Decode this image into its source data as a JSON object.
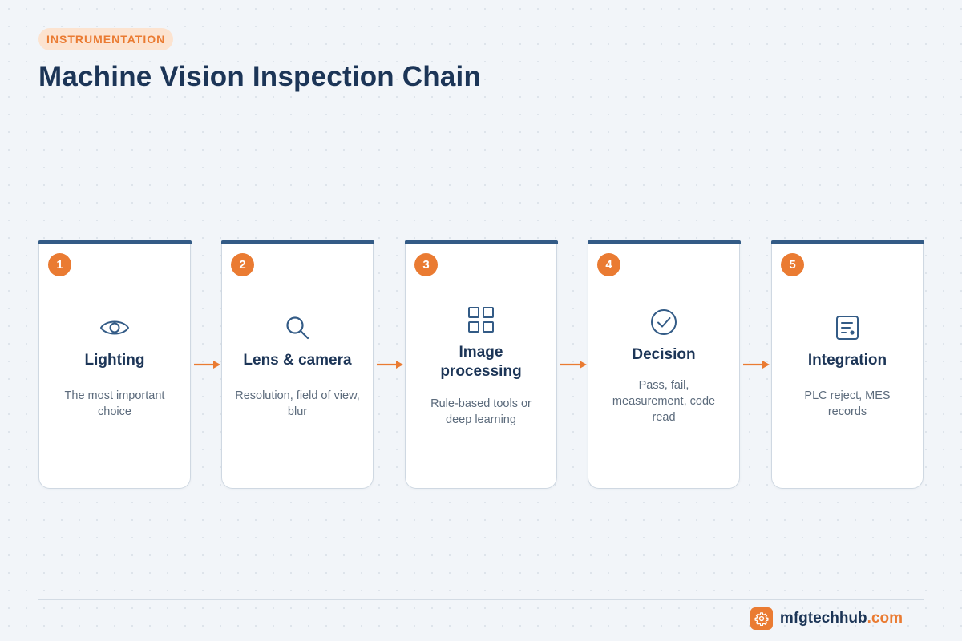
{
  "header": {
    "tag": "INSTRUMENTATION",
    "title": "Machine Vision Inspection Chain"
  },
  "colors": {
    "accent": "#ea7b32",
    "navy": "#1c3557",
    "card_bar": "#335b86",
    "background": "#f2f5f9"
  },
  "steps": [
    {
      "number": "1",
      "icon": "eye-icon",
      "name": "Lighting",
      "desc": "The most important choice"
    },
    {
      "number": "2",
      "icon": "magnifier-icon",
      "name": "Lens & camera",
      "desc": "Resolution, field of view, blur"
    },
    {
      "number": "3",
      "icon": "grid-icon",
      "name": "Image processing",
      "desc": "Rule-based tools or deep learning"
    },
    {
      "number": "4",
      "icon": "check-circle-icon",
      "name": "Decision",
      "desc": "Pass, fail, measurement, code read"
    },
    {
      "number": "5",
      "icon": "document-icon",
      "name": "Integration",
      "desc": "PLC reject, MES records"
    }
  ],
  "footer": {
    "brand_icon": "gear-icon",
    "brand_name": "mfgtechhub",
    "brand_tld": ".com"
  }
}
